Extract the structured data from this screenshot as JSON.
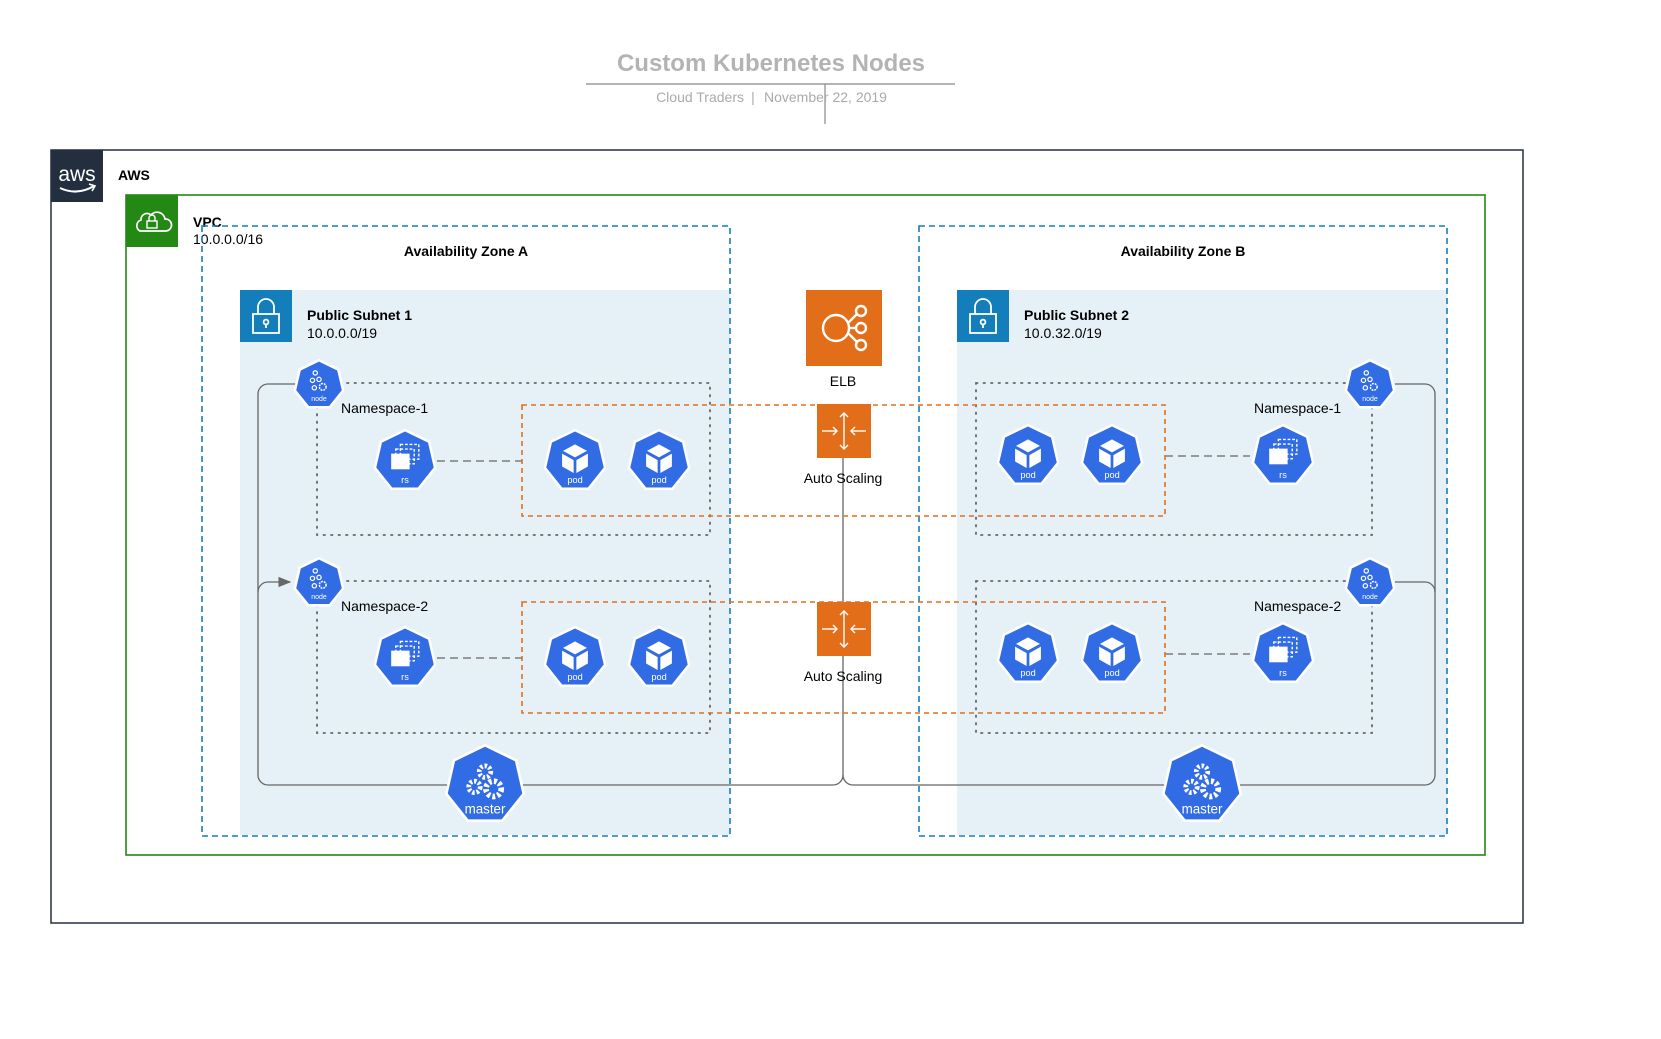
{
  "header": {
    "title": "Custom Kubernetes Nodes",
    "author": "Cloud Traders",
    "separator": "|",
    "date": "November 22, 2019"
  },
  "aws": {
    "label": "AWS",
    "logo_text": "aws"
  },
  "vpc": {
    "label": "VPC",
    "cidr": "10.0.0.0/16"
  },
  "zones": [
    {
      "label": "Availability Zone A",
      "subnet": {
        "name": "Public Subnet 1",
        "cidr": "10.0.0.0/19"
      },
      "namespaces": [
        "Namespace-1",
        "Namespace-2"
      ],
      "master_label": "master"
    },
    {
      "label": "Availability Zone B",
      "subnet": {
        "name": "Public Subnet 2",
        "cidr": "10.0.32.0/19"
      },
      "namespaces": [
        "Namespace-1",
        "Namespace-2"
      ],
      "master_label": "master"
    }
  ],
  "center": {
    "elb_label": "ELB",
    "autoscaling_labels": [
      "Auto Scaling",
      "Auto Scaling"
    ]
  },
  "k8s_labels": {
    "node": "node",
    "pod": "pod",
    "rs": "rs"
  },
  "colors": {
    "aws_dark": "#232f3e",
    "vpc_green": "#248814",
    "az_blue": "#147eba",
    "subnet_bg": "#e6f0f7",
    "k8s_blue": "#326ce5",
    "aws_orange": "#e36e1a",
    "line_gray": "#666666"
  }
}
